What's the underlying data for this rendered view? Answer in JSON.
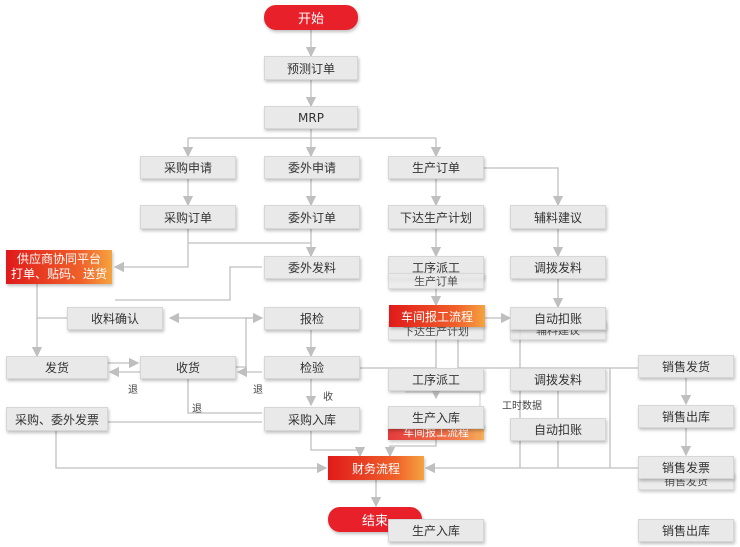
{
  "colors": {
    "start_end": "#e8202a",
    "node_bg": "#e9e9e9",
    "line": "#bfbfbf",
    "highlight": "#e01a1a"
  },
  "nodes": {
    "start": "开始",
    "forecast_order": "预测订单",
    "mrp": "MRP",
    "purchase_request": "采购申请",
    "outsource_request": "委外申请",
    "production_order": "生产订单",
    "purchase_order": "采购订单",
    "outsource_order": "委外订单",
    "issue_production_plan": "下达生产计划",
    "aux_material_suggestion": "辅料建议",
    "supplier_platform_line1": "供应商协同平台",
    "supplier_platform_line2": "打单、贴码、送货",
    "outsource_issue": "委外发料",
    "process_dispatch_top": "工序派工",
    "transfer_issue_top": "调拨发料",
    "receipt_confirm": "收料确认",
    "inspection_report": "报检",
    "workshop_report": "车间报工流程",
    "auto_deduct_top": "自动扣账",
    "shipping": "发货",
    "receiving": "收货",
    "inspection": "检验",
    "sales_shipping": "销售发货",
    "process_dispatch_mid": "工序派工",
    "transfer_issue_mid": "调拨发料",
    "purchase_outsource_invoice": "采购、委外发票",
    "purchase_storage": "采购入库",
    "production_storage_mid": "生产入库",
    "sales_outbound": "销售出库",
    "auto_deduct_mid": "自动扣账",
    "finance_flow": "财务流程",
    "sales_invoice": "销售发票",
    "end": "结束",
    "production_storage_bottom": "生产入库",
    "sales_outbound_bottom": "销售出库",
    "ghost_production_order": "生产订单",
    "ghost_issue_plan": "下达生产计划",
    "ghost_aux_suggestion": "辅料建议",
    "ghost_workshop_report": "车间报工流程",
    "ghost_sales_shipping": "销售发货"
  },
  "labels": {
    "return1": "退",
    "return2": "退",
    "return3": "退",
    "receive": "收",
    "work_hours": "工时数据"
  }
}
